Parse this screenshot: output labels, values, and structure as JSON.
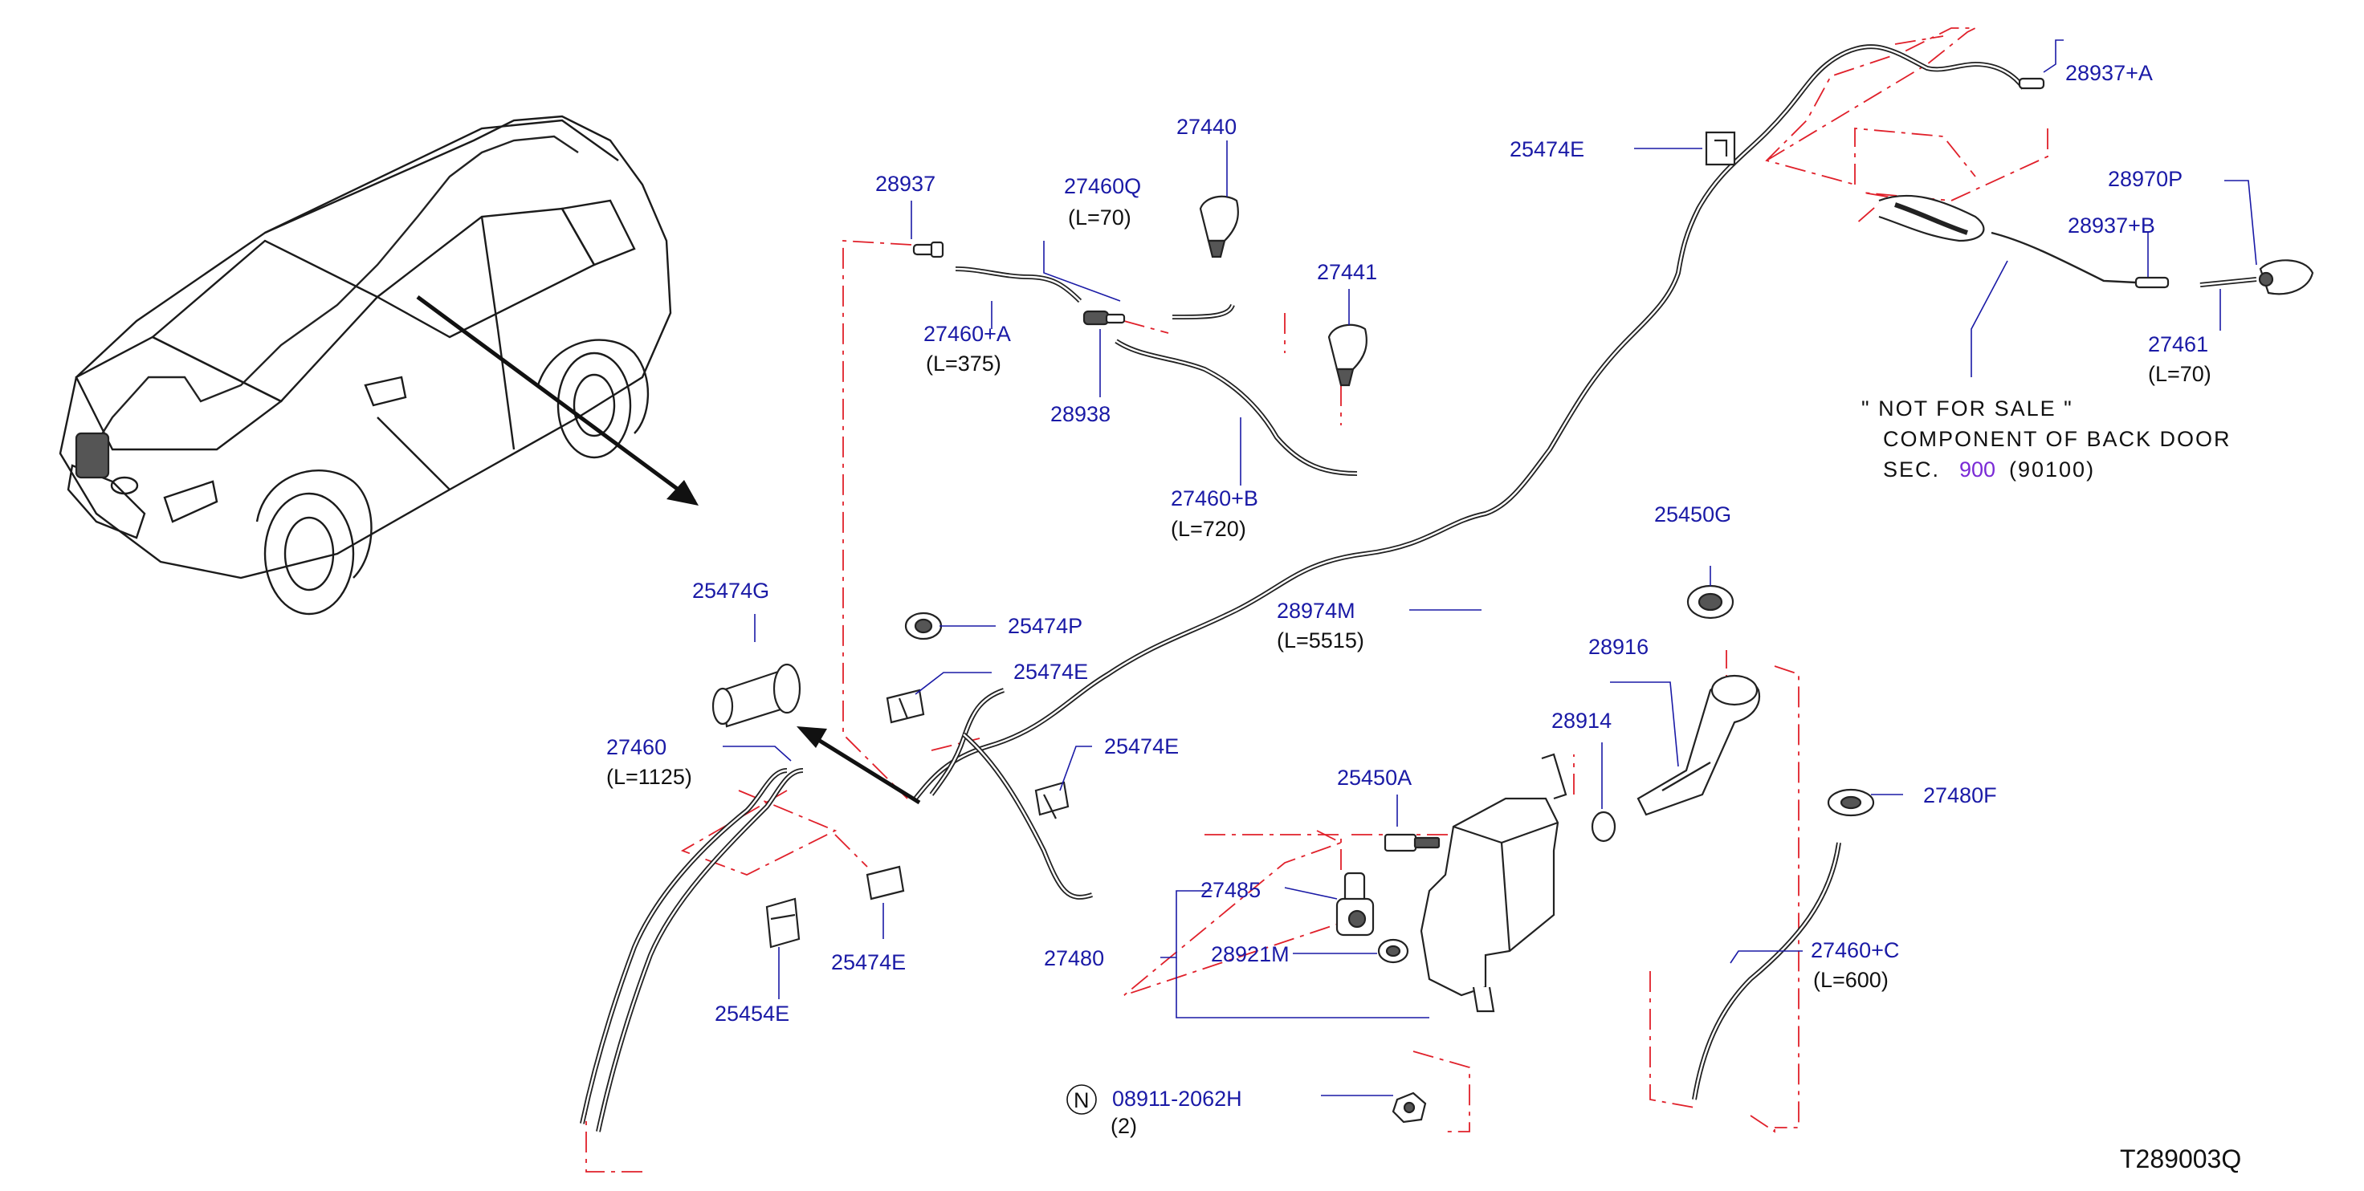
{
  "labels": {
    "p28937": "28937",
    "p27460qa": "27460Q",
    "p27460qb": "(L=70)",
    "p27440": "27440",
    "p27441": "27441",
    "p27460a": "27460+A",
    "p27460a_len": "(L=375)",
    "p28938": "28938",
    "p27460b": "27460+B",
    "p27460b_len": "(L=720)",
    "p25474e_top": "25474E",
    "p28937a": "28937+A",
    "p28970p": "28970P",
    "p28937b": "28937+B",
    "p27461": "27461",
    "p27461_len": "(L=70)",
    "p28974m": "28974M",
    "p28974m_len": "(L=5515)",
    "p25474g": "25474G",
    "p25474p": "25474P",
    "p25474e_mid": "25474E",
    "p25474e_right": "25474E",
    "p27460": "27460",
    "p27460_len": "(L=1125)",
    "p25474e_low": "25474E",
    "p25454e": "25454E",
    "p25450g": "25450G",
    "p28916": "28916",
    "p28914": "28914",
    "p25450a": "25450A",
    "p27485": "27485",
    "p27480": "27480",
    "p28921m": "28921M",
    "p08911": "08911-2062H",
    "p08911_qty": "(2)",
    "nut_symbol": "N",
    "p27480f": "27480F",
    "p27460c": "27460+C",
    "p27460c_len": "(L=600)"
  },
  "note": {
    "line1": "\"  NOT  FOR  SALE  \"",
    "line2": "COMPONENT  OF  BACK  DOOR",
    "line3_prefix": "SEC.",
    "line3_sec": "900",
    "line3_suffix": "(90100)"
  },
  "diagram_code": "T289003Q",
  "colors": {
    "label": "#1a1aa6",
    "phantom_line": "#e0202a",
    "section_ref": "#7a2ad6"
  }
}
